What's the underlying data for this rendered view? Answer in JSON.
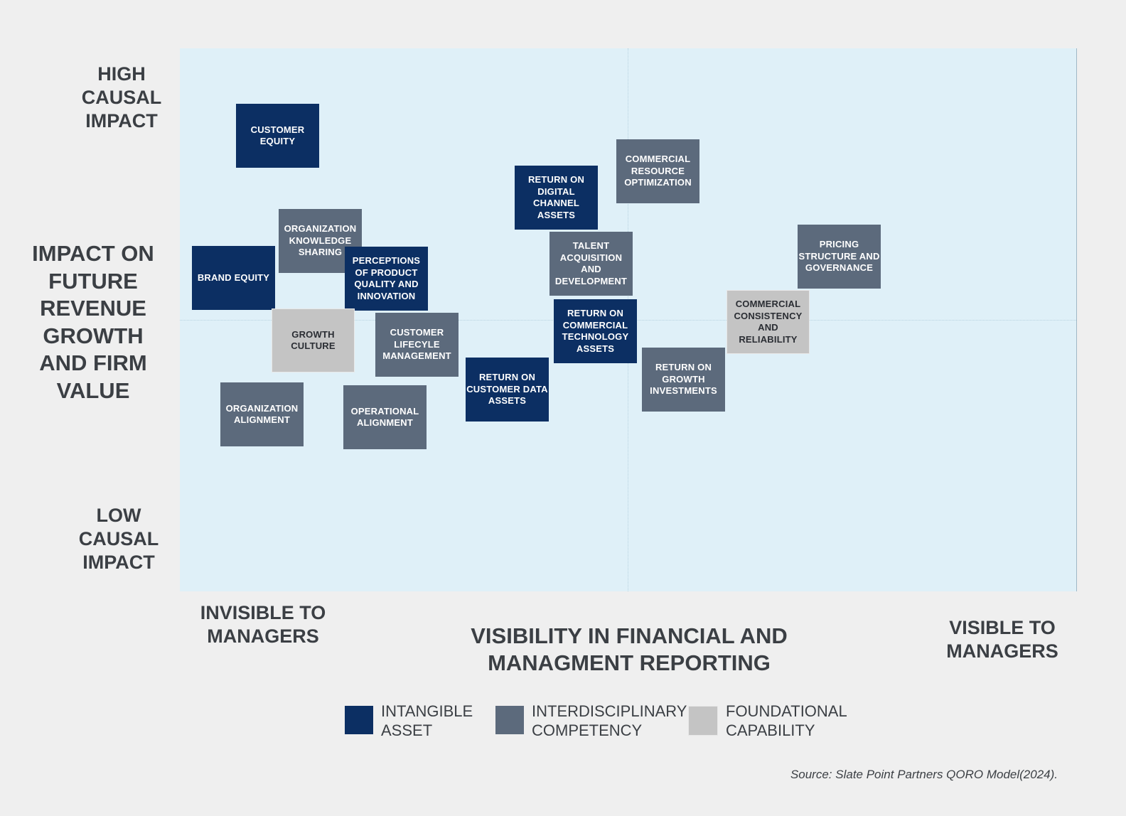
{
  "colors": {
    "background": "#efefef",
    "plot_area": "#dff0f8",
    "intangible_asset": "#0c2f63",
    "interdisciplinary_competency": "#5c6a7c",
    "foundational_capability": "#c4c4c4",
    "axis_text": "#3b3f44"
  },
  "y_axis": {
    "title": "IMPACT ON FUTURE REVENUE GROWTH AND FIRM VALUE",
    "high_label": "HIGH CAUSAL IMPACT",
    "low_label": "LOW CAUSAL IMPACT"
  },
  "x_axis": {
    "title": "VISIBILITY IN FINANCIAL AND MANAGMENT REPORTING",
    "low_label": "INVISIBLE TO MANAGERS",
    "high_label": "VISIBLE TO MANAGERS"
  },
  "nodes": [
    {
      "label": "CUSTOMER EQUITY",
      "category": "intangible"
    },
    {
      "label": "COMMERCIAL RESOURCE OPTIMIZATION",
      "category": "competency"
    },
    {
      "label": "RETURN ON DIGITAL CHANNEL ASSETS",
      "category": "intangible"
    },
    {
      "label": "ORGANIZATION KNOWLEDGE SHARING",
      "category": "competency"
    },
    {
      "label": "BRAND EQUITY",
      "category": "intangible"
    },
    {
      "label": "PERCEPTIONS OF PRODUCT QUALITY AND INNOVATION",
      "category": "intangible"
    },
    {
      "label": "TALENT ACQUISITION AND DEVELOPMENT",
      "category": "competency"
    },
    {
      "label": "PRICING STRUCTURE AND GOVERNANCE",
      "category": "competency"
    },
    {
      "label": "COMMERCIAL CONSISTENCY AND RELIABILITY",
      "category": "foundational"
    },
    {
      "label": "RETURN ON COMMERCIAL TECHNOLOGY ASSETS",
      "category": "intangible"
    },
    {
      "label": "GROWTH CULTURE",
      "category": "foundational"
    },
    {
      "label": "CUSTOMER LIFECYLE MANAGEMENT",
      "category": "competency"
    },
    {
      "label": "RETURN ON CUSTOMER DATA ASSETS",
      "category": "intangible"
    },
    {
      "label": "RETURN ON GROWTH INVESTMENTS",
      "category": "competency"
    },
    {
      "label": "ORGANIZATION ALIGNMENT",
      "category": "competency"
    },
    {
      "label": "OPERATIONAL ALIGNMENT",
      "category": "competency"
    }
  ],
  "legend": [
    {
      "label": "INTANGIBLE ASSET",
      "category": "intangible"
    },
    {
      "label": "INTERDISCIPLINARY COMPETENCY",
      "category": "competency"
    },
    {
      "label": "FOUNDATIONAL CAPABILITY",
      "category": "foundational"
    }
  ],
  "source": "Source: Slate Point Partners QORO Model(2024)."
}
